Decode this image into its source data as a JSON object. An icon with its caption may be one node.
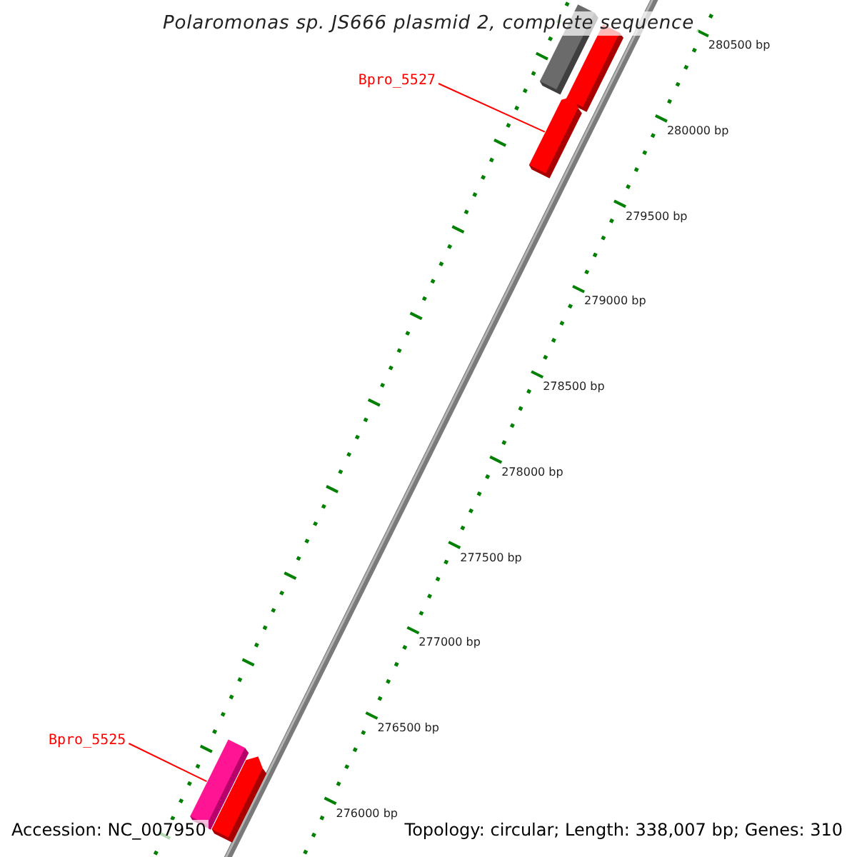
{
  "diagram": {
    "title": "Polaromonas sp. JS666 plasmid 2, complete sequence",
    "nodes": [
      {
        "text": [
          "Bpro_5527"
        ]
      },
      {
        "text": [],
        "shape": "bar"
      },
      {
        "text": [],
        "shape": "bar"
      },
      {
        "text": [],
        "shape": "bar"
      },
      {
        "text": [
          "Bpro_5525"
        ]
      },
      {
        "text": [],
        "shape": "bar"
      },
      {
        "text": [],
        "shape": "bar"
      }
    ],
    "edges": [
      {
        "from": 0,
        "to": 3,
        "arrow": "none"
      },
      {
        "from": 4,
        "to": 5,
        "arrow": "none"
      }
    ],
    "labels": [
      "280500 bp",
      "280000 bp",
      "279500 bp",
      "279000 bp",
      "278500 bp",
      "278000 bp",
      "277500 bp",
      "277000 bp",
      "276500 bp",
      "276000 bp",
      "Accession: NC_007950",
      "Topology: circular; Length: 338,007 bp; Genes: 310"
    ]
  }
}
